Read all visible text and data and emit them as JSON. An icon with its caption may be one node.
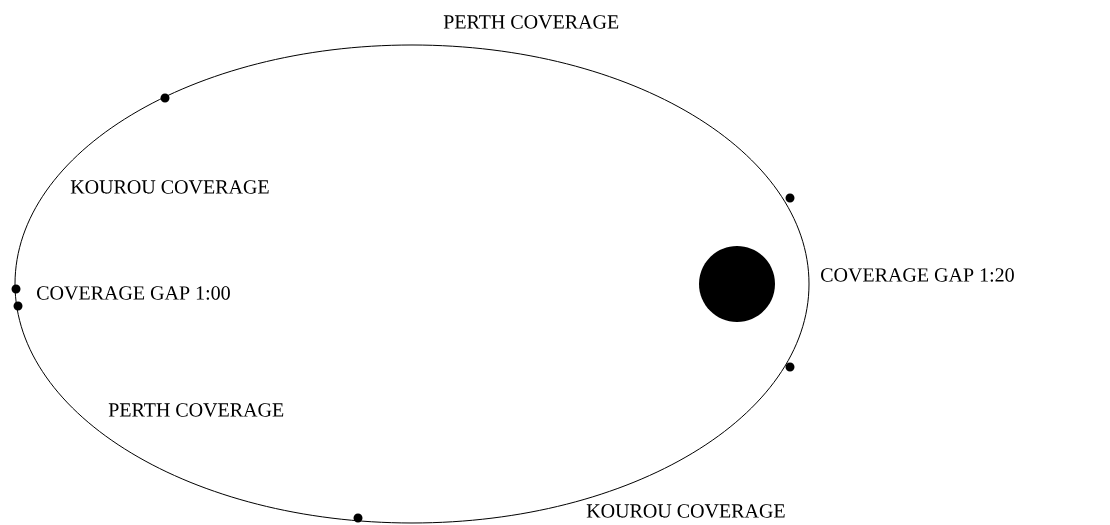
{
  "diagram": {
    "labels": [
      "PERTH COVERAGE",
      "KOUROU COVERAGE",
      "COVERAGE GAP 1:00",
      "COVERAGE GAP 1:20",
      "PERTH COVERAGE",
      "KOUROU COVERAGE"
    ]
  }
}
